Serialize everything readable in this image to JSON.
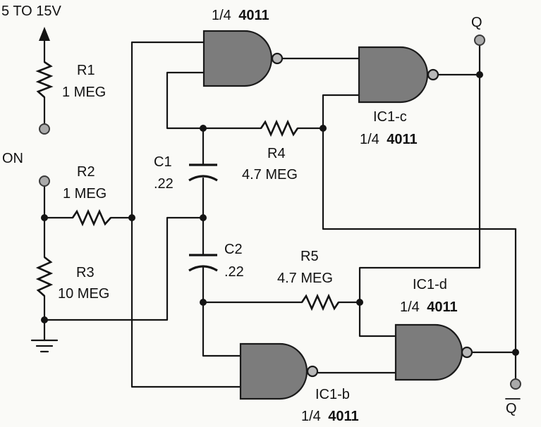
{
  "supply": {
    "label": "5 TO 15V"
  },
  "on_label": "ON",
  "resistors": {
    "r1": {
      "ref": "R1",
      "value": "1 MEG"
    },
    "r2": {
      "ref": "R2",
      "value": "1 MEG"
    },
    "r3": {
      "ref": "R3",
      "value": "10 MEG"
    },
    "r4": {
      "ref": "R4",
      "value": "4.7 MEG"
    },
    "r5": {
      "ref": "R5",
      "value": "4.7 MEG"
    }
  },
  "capacitors": {
    "c1": {
      "ref": "C1",
      "value": ".22"
    },
    "c2": {
      "ref": "C2",
      "value": ".22"
    }
  },
  "gates": {
    "ic1a": {
      "fraction": "1/4",
      "part": "4011"
    },
    "ic1b": {
      "ref": "IC1-b",
      "fraction": "1/4",
      "part": "4011"
    },
    "ic1c": {
      "ref": "IC1-c",
      "fraction": "1/4",
      "part": "4011"
    },
    "ic1d": {
      "ref": "IC1-d",
      "fraction": "1/4",
      "part": "4011"
    }
  },
  "outputs": {
    "q": "Q",
    "qbar": "Q"
  },
  "colors": {
    "gate_fill": "#7c7c7c",
    "ink": "#141414",
    "terminal": "#aaaaaa"
  }
}
